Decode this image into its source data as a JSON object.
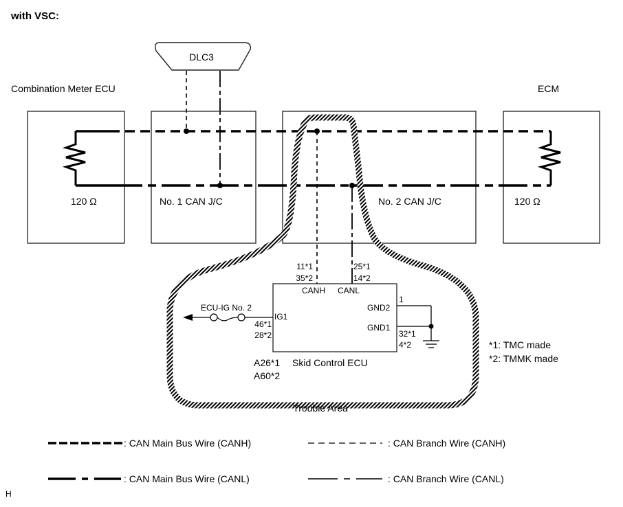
{
  "heading": "with VSC:",
  "components": {
    "dlc3": "DLC3",
    "combination_meter": "Combination Meter ECU",
    "ecm": "ECM",
    "jc1": "No. 1 CAN J/C",
    "jc2": "No. 2 CAN J/C",
    "resistor_left": "120 Ω",
    "resistor_right": "120 Ω"
  },
  "skid_ecu": {
    "name": "Skid Control ECU",
    "connector_1": "A26*1",
    "connector_2": "A60*2",
    "canh_pins": [
      "11*1",
      "35*2"
    ],
    "canl_pins": [
      "25*1",
      "14*2"
    ],
    "canh_label": "CANH",
    "canl_label": "CANL",
    "ig1_label": "IG1",
    "ig1_pins": [
      "46*1",
      "28*2"
    ],
    "gnd2_label": "GND2",
    "gnd2_pin": "1",
    "gnd1_label": "GND1",
    "gnd1_pins": [
      "32*1",
      "4*2"
    ],
    "fuse_label": "ECU-IG No. 2"
  },
  "trouble_area": "Trouble Area",
  "notes": [
    "*1: TMC made",
    "*2: TMMK made"
  ],
  "legend": [
    {
      "style": "main-canh",
      "label": ": CAN Main Bus Wire (CANH)"
    },
    {
      "style": "branch-canh",
      "label": ": CAN Branch Wire (CANH)"
    },
    {
      "style": "main-canl",
      "label": ": CAN Main Bus Wire (CANL)"
    },
    {
      "style": "branch-canl",
      "label": ": CAN Branch Wire (CANL)"
    }
  ],
  "figure_code": "H"
}
